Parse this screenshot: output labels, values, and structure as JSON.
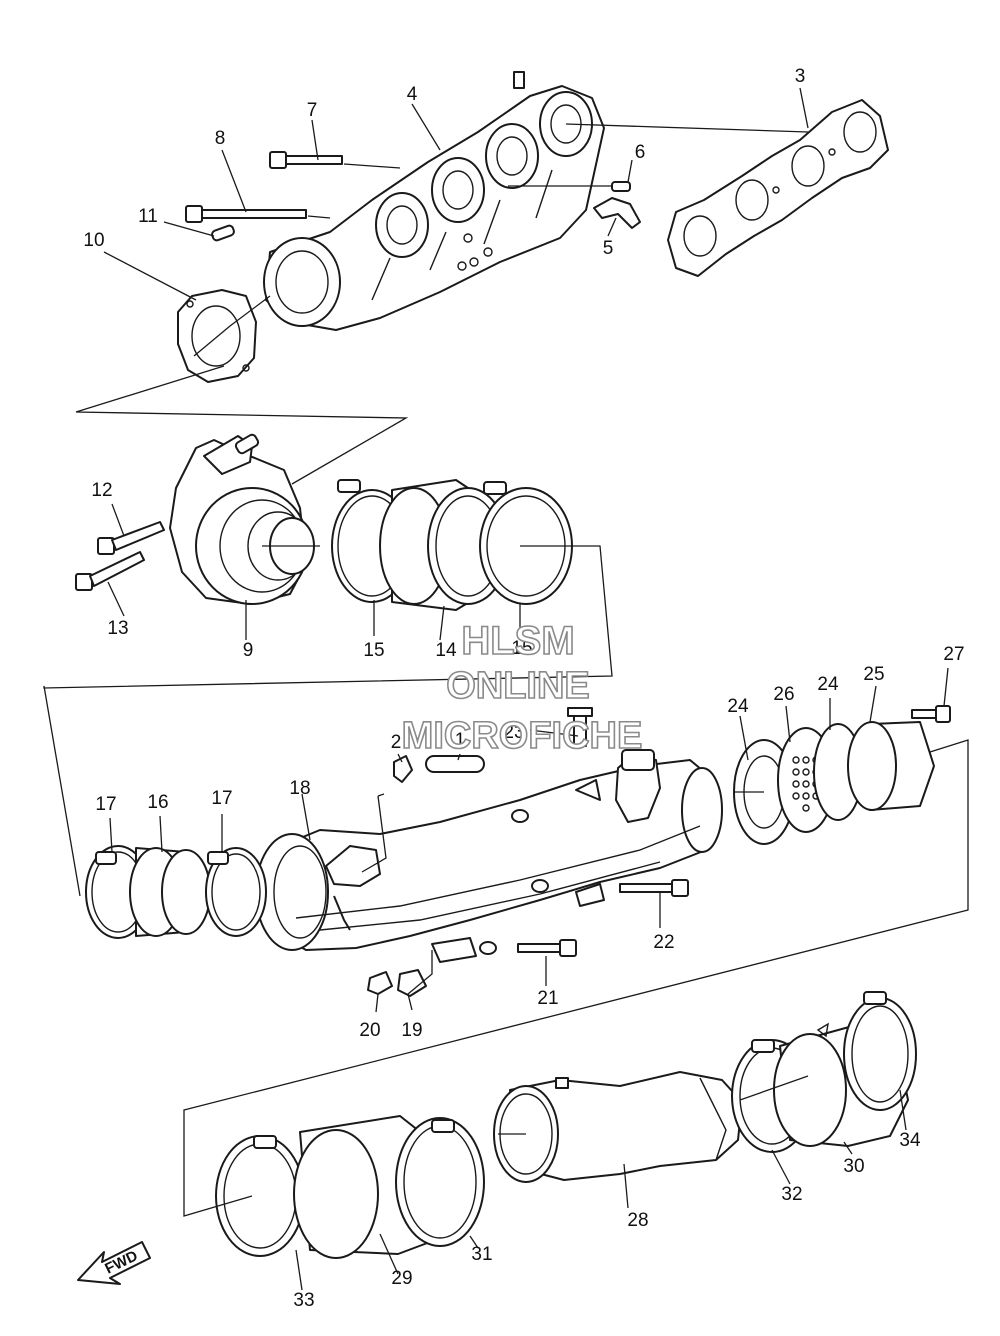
{
  "callouts": [
    "1",
    "2",
    "3",
    "4",
    "5",
    "6",
    "7",
    "8",
    "9",
    "10",
    "11",
    "12",
    "13",
    "14",
    "15",
    "15",
    "16",
    "17",
    "17",
    "18",
    "19",
    "20",
    "21",
    "22",
    "23",
    "24",
    "24",
    "25",
    "26",
    "27",
    "28",
    "29",
    "30",
    "31",
    "32",
    "33",
    "34"
  ],
  "watermark": {
    "line1": "HLSM",
    "line2": "ONLINE",
    "line3": "MICROFICHE"
  },
  "direction_label": "FWD"
}
